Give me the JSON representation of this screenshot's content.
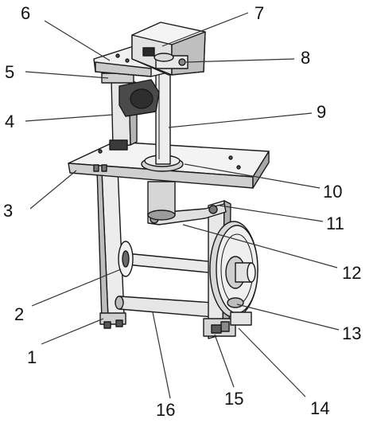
{
  "figure": {
    "labels": [
      "1",
      "2",
      "3",
      "4",
      "5",
      "6",
      "7",
      "8",
      "9",
      "10",
      "11",
      "12",
      "13",
      "14",
      "15",
      "16"
    ]
  },
  "colors": {
    "line": "#1a1a1a",
    "face_light": "#f4f4f4",
    "face_mid": "#dcdcdc",
    "face_dark": "#9a9a9a",
    "face_black": "#2a2a2a"
  }
}
